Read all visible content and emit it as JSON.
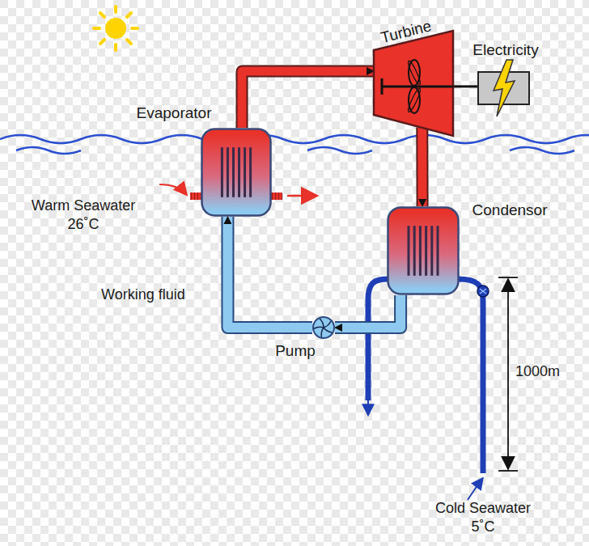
{
  "diagram": {
    "nodes": [
      {
        "text": [
          "Evaporator"
        ]
      },
      {
        "text": [
          "Turbine"
        ]
      },
      {
        "text": [
          "Electricity"
        ]
      },
      {
        "text": [
          "Condensor"
        ]
      },
      {
        "text": [
          "Pump"
        ]
      }
    ],
    "edges": [
      {
        "from": 0,
        "to": 1,
        "arrow": "to"
      },
      {
        "from": 1,
        "to": 3,
        "arrow": "to"
      },
      {
        "from": 3,
        "to": 4,
        "arrow": "to"
      },
      {
        "from": 4,
        "to": 0,
        "arrow": "to"
      },
      {
        "from": 1,
        "to": 2,
        "arrow": "none"
      }
    ],
    "labels": [
      "Warm Seawater 26˚C",
      "Working fluid",
      "1000m",
      "Cold Seawater 5˚C"
    ]
  }
}
